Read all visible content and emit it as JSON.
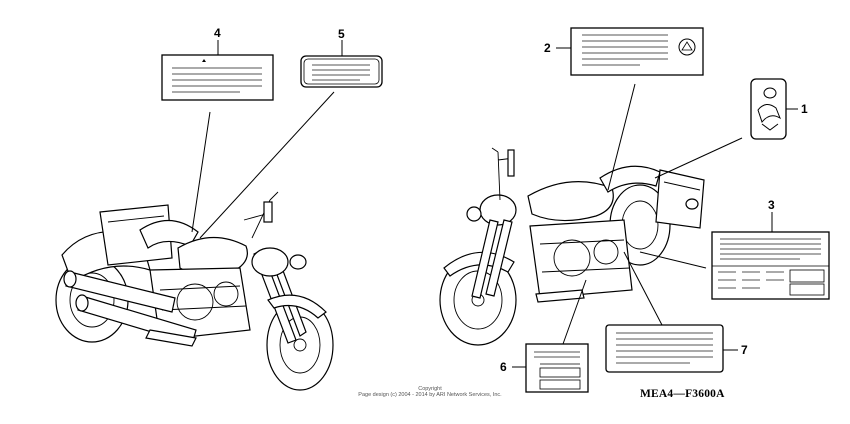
{
  "callouts": {
    "c1": "1",
    "c2": "2",
    "c3": "3",
    "c4": "4",
    "c5": "5",
    "c6": "6",
    "c7": "7"
  },
  "copyright": {
    "line1": "Copyright",
    "line2": "Page design (c) 2004 - 2014 by ARI Network Services, Inc."
  },
  "diagram_code": "MEA4—F3600A"
}
